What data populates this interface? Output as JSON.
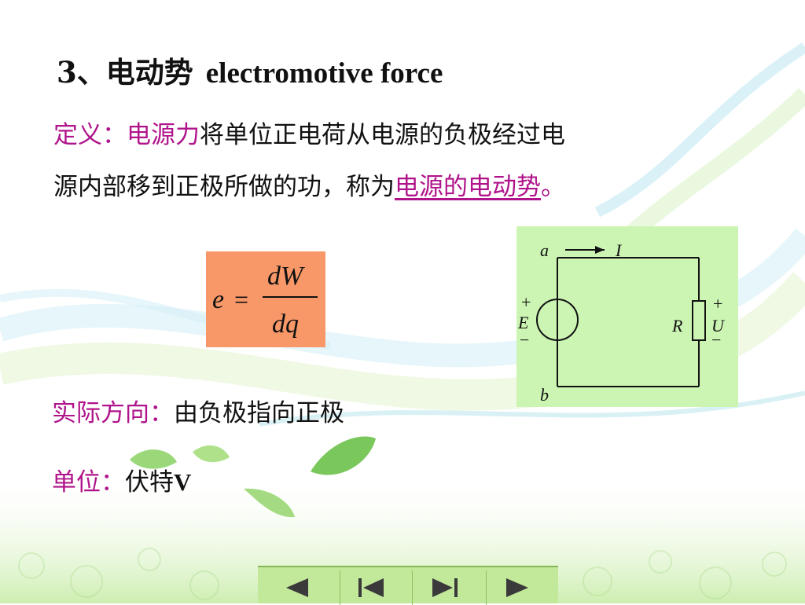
{
  "title": {
    "number": "3、电动势",
    "english": "electromotive force"
  },
  "definition": {
    "label": "定义：",
    "term": "电源力",
    "text1": "将单位正电荷从电源的负极经过电",
    "text2": "源内部移到正极所做的功，称为",
    "link": "电源的电动势",
    "end": "。"
  },
  "formula": {
    "lhs": "e",
    "eq": "=",
    "numerator": "dW",
    "denominator": "dq"
  },
  "circuit": {
    "node_top": "a",
    "node_bottom": "b",
    "current": "I",
    "source": "E",
    "resistor": "R",
    "voltage": "U",
    "plus": "+",
    "minus": "−"
  },
  "direction": {
    "label": "实际方向：",
    "text": "由负极指向正极"
  },
  "unit": {
    "label": "单位：",
    "text": "伏特",
    "symbol": "V"
  },
  "nav": [
    "previous",
    "first",
    "last",
    "next"
  ],
  "colors": {
    "accent": "#b0138a",
    "formula_bg": "#f89868",
    "circuit_bg": "#ccf5b3",
    "nav_bg": "#c2e89a"
  }
}
